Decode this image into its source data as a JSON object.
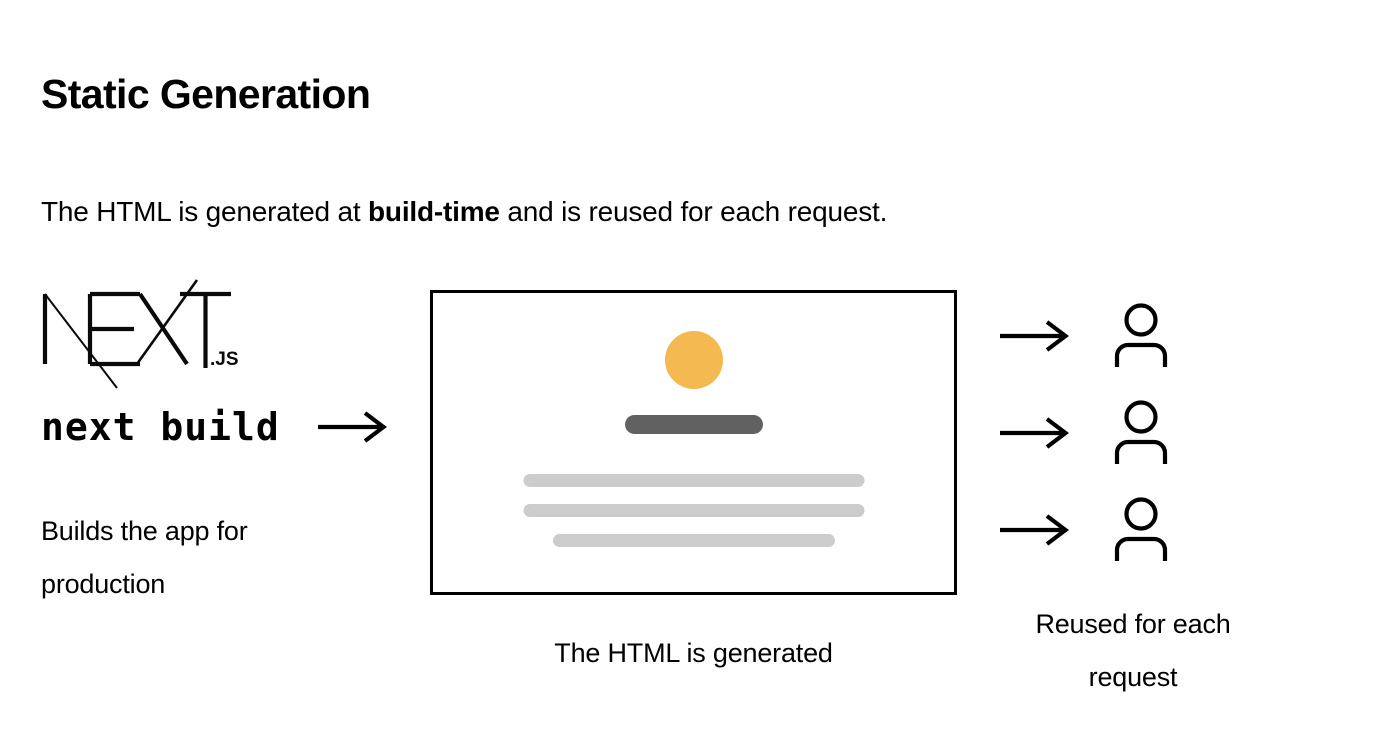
{
  "header": {
    "title": "Static Generation",
    "subtitle_prefix": "The HTML is generated at ",
    "subtitle_emphasis": "build-time",
    "subtitle_suffix": " and is reused for each request."
  },
  "left": {
    "logo_wordmark": "NEXT",
    "logo_suffix": ".JS",
    "logo_name": "nextjs-logo",
    "command": "next build",
    "arrow_glyph": "→",
    "description_line_1": "Builds the app for",
    "description_line_2": "production"
  },
  "center": {
    "caption": "The HTML is generated",
    "mock": {
      "circle_color": "#F4B950",
      "heading_bar_color": "#616161",
      "text_line_color": "#CCCCCC",
      "border_color": "#000000",
      "background": "#FFFFFF",
      "line_count": 3
    }
  },
  "right": {
    "caption_line_1": "Reused for each",
    "caption_line_2": "request",
    "clients": [
      {
        "arrow_glyph": "→",
        "icon": "person-icon"
      },
      {
        "arrow_glyph": "→",
        "icon": "person-icon"
      },
      {
        "arrow_glyph": "→",
        "icon": "person-icon"
      }
    ]
  }
}
